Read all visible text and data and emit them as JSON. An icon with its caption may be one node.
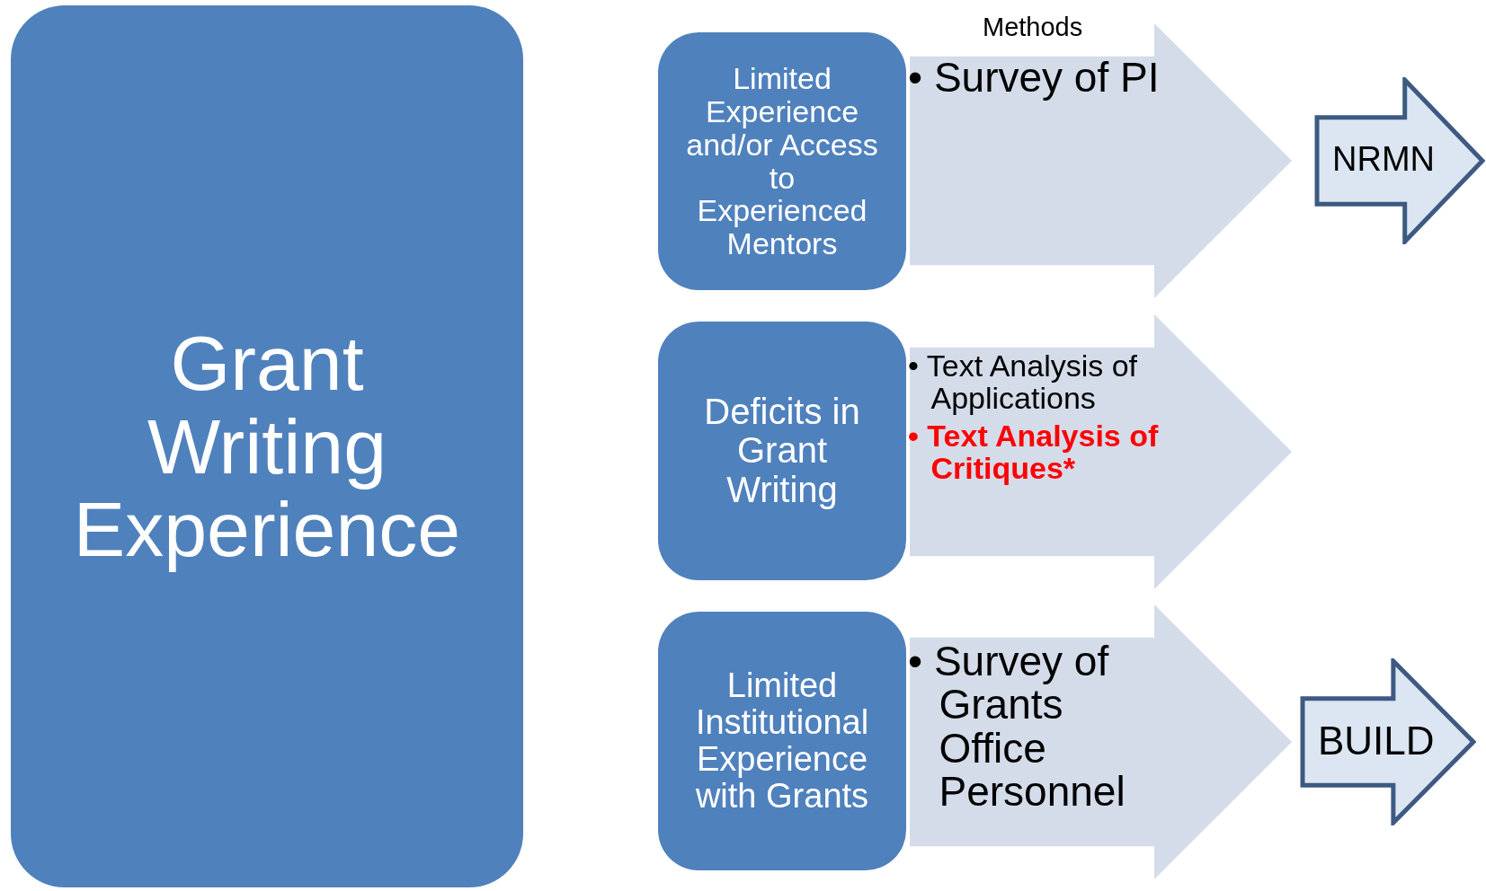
{
  "diagram": {
    "nodes": [
      {
        "text": [
          "Grant Writing Experience"
        ]
      },
      {
        "text": [
          "Limited Experience and/or Access to Experienced Mentors"
        ]
      },
      {
        "text": [
          "• Survey of PI"
        ]
      },
      {
        "text": [
          "NRMN"
        ]
      },
      {
        "text": [
          "Deficits in Grant Writing"
        ]
      },
      {
        "text": [
          "• Text Analysis of Applications",
          "• Text Analysis of Critiques*"
        ]
      },
      {
        "text": [
          "Limited Institutional Experience with Grants"
        ]
      },
      {
        "text": [
          "• Survey of Grants Office Personnel"
        ]
      },
      {
        "text": [
          "BUILD"
        ]
      }
    ],
    "labels": [
      "Methods"
    ]
  }
}
